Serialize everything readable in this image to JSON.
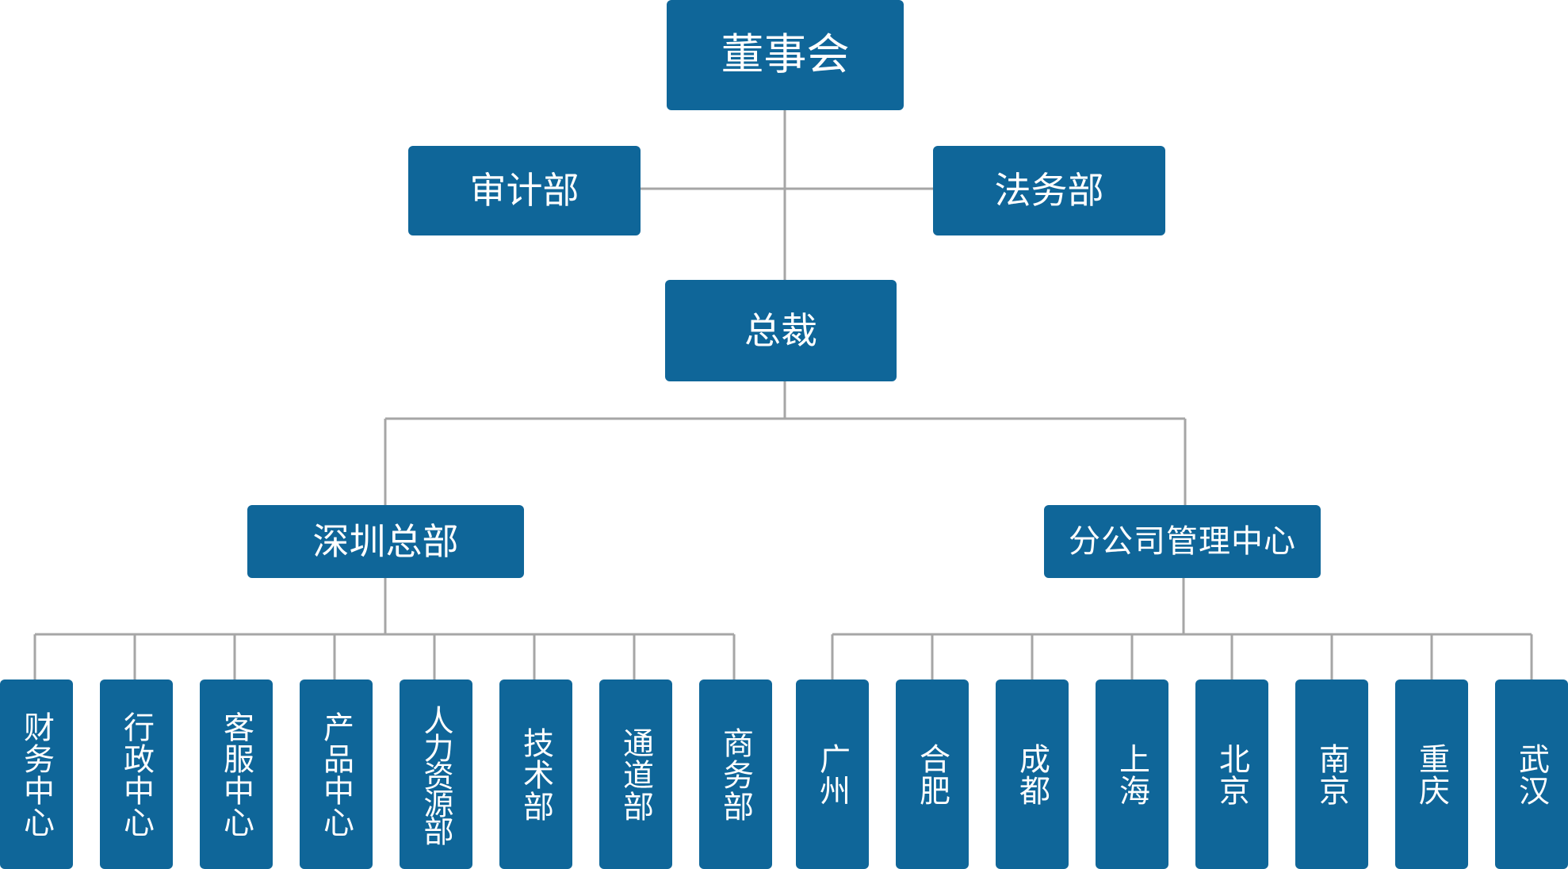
{
  "board": "董事会",
  "audit": "审计部",
  "legal": "法务部",
  "president": "总裁",
  "shenzhen_hq": {
    "label": "深圳总部",
    "children": [
      "财务中心",
      "行政中心",
      "客服中心",
      "产品中心",
      "人力资源部",
      "技术部",
      "通道部",
      "商务部"
    ]
  },
  "branch_center": {
    "label": "分公司管理中心",
    "children": [
      "广州",
      "合肥",
      "成都",
      "上海",
      "北京",
      "南京",
      "重庆",
      "武汉"
    ]
  },
  "colors": {
    "box": "#0f6699",
    "line": "#a6a6a6",
    "text": "#ffffff"
  }
}
